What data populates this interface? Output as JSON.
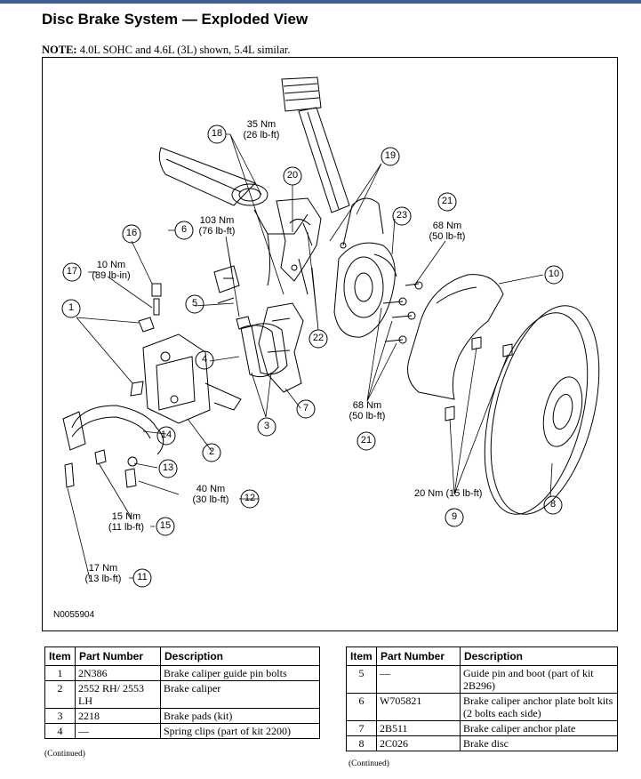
{
  "header": {
    "title": "Disc Brake System — Exploded View",
    "note_label": "NOTE:",
    "note_text": " 4.0L SOHC and 4.6L (3L) shown, 5.4L similar."
  },
  "figure": {
    "id": "N0055904",
    "callouts": {
      "c1": "1",
      "c2": "2",
      "c3": "3",
      "c4": "4",
      "c5": "5",
      "c6": "6",
      "c7": "7",
      "c8": "8",
      "c9": "9",
      "c10": "10",
      "c11": "11",
      "c12": "12",
      "c13": "13",
      "c14": "14",
      "c15": "15",
      "c16": "16",
      "c17": "17",
      "c18": "18",
      "c19": "19",
      "c20": "20",
      "c21a": "21",
      "c21b": "21",
      "c22": "22",
      "c23": "23"
    },
    "torques": {
      "t18a": "35 Nm",
      "t18b": "(26 lb-ft)",
      "t6a": "103 Nm",
      "t6b": "(76 lb-ft)",
      "t17a": "10 Nm",
      "t17b": "(89 lb-in)",
      "t21a": "68 Nm",
      "t21b": "(50 lb-ft)",
      "t21ba": "68 Nm",
      "t21bb": "(50 lb-ft)",
      "t12a": "40 Nm",
      "t12b": "(30 lb-ft)",
      "t15a": "15 Nm",
      "t15b": "(11 lb-ft)",
      "t11a": "17 Nm",
      "t11b": "(13 lb-ft)",
      "t9": "20 Nm (15 lb-ft)"
    }
  },
  "table_left": {
    "headers": [
      "Item",
      "Part Number",
      "Description"
    ],
    "rows": [
      [
        "1",
        "2N386",
        "Brake caliper guide pin bolts"
      ],
      [
        "2",
        "2552 RH/ 2553 LH",
        "Brake caliper"
      ],
      [
        "3",
        "2218",
        "Brake pads (kit)"
      ],
      [
        "4",
        "—",
        "Spring clips (part of kit 2200)"
      ]
    ],
    "continued": "(Continued)"
  },
  "table_right": {
    "headers": [
      "Item",
      "Part Number",
      "Description"
    ],
    "rows": [
      [
        "5",
        "—",
        "Guide pin and boot (part of kit 2B296)"
      ],
      [
        "6",
        "W705821",
        "Brake caliper anchor plate bolt kits (2 bolts each side)"
      ],
      [
        "7",
        "2B511",
        "Brake caliper anchor plate"
      ],
      [
        "8",
        "2C026",
        "Brake disc"
      ]
    ],
    "continued": "(Continued)"
  }
}
